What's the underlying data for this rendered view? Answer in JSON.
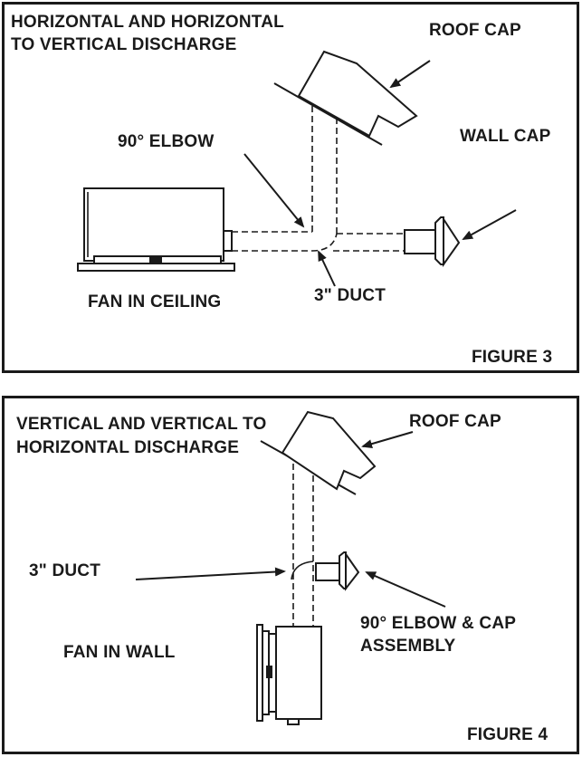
{
  "figure3": {
    "title_line1": "HORIZONTAL AND HORIZONTAL",
    "title_line2": "TO VERTICAL DISCHARGE",
    "roof_cap": "ROOF CAP",
    "wall_cap": "WALL CAP",
    "elbow": "90° ELBOW",
    "duct": "3\" DUCT",
    "fan": "FAN IN CEILING",
    "figure_label": "FIGURE 3"
  },
  "figure4": {
    "title_line1": "VERTICAL AND VERTICAL TO",
    "title_line2": "HORIZONTAL DISCHARGE",
    "roof_cap": "ROOF CAP",
    "duct": "3\" DUCT",
    "fan": "FAN IN WALL",
    "elbow_line1": "90° ELBOW & CAP",
    "elbow_line2": "ASSEMBLY",
    "figure_label": "FIGURE 4"
  }
}
